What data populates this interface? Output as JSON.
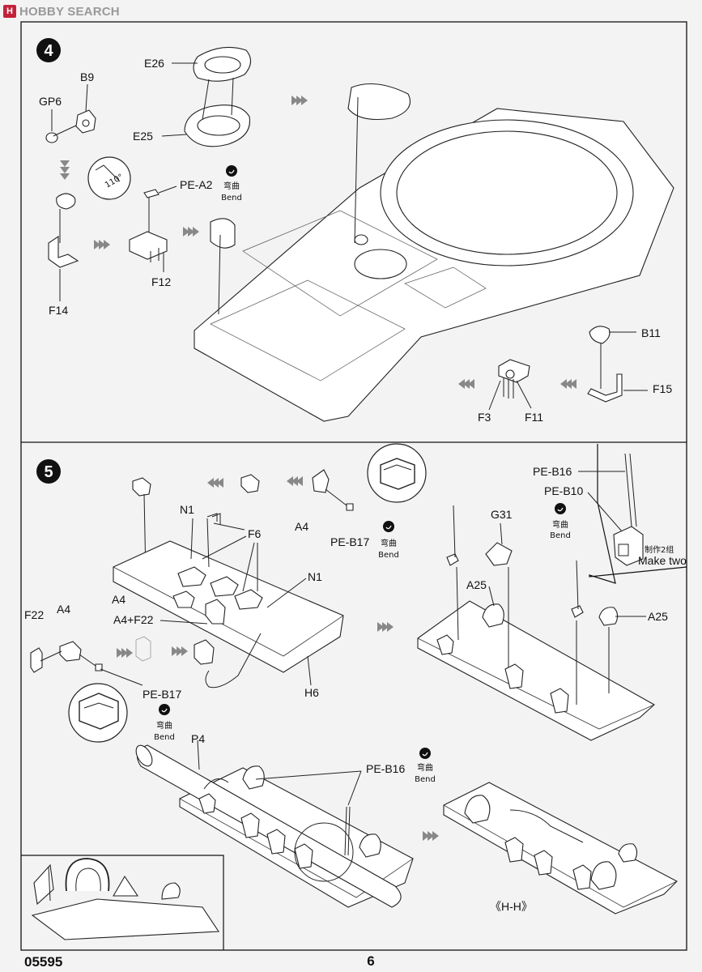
{
  "watermark": {
    "brand": "HOBBY SEARCH",
    "icon": "H"
  },
  "steps": [
    {
      "number": "4",
      "labels": [
        "GP6",
        "B9",
        "E26",
        "E25",
        "PE-A2",
        "F12",
        "F14",
        "B11",
        "F15",
        "F3",
        "F11"
      ],
      "angle": "110°",
      "bend_cn": "弯曲",
      "bend_en": "Bend"
    },
    {
      "number": "5",
      "labels": [
        "N1",
        "F6",
        "A4",
        "PE-B17",
        "N1",
        "A4",
        "A4+F22",
        "F22",
        "A4",
        "PE-B17",
        "H6",
        "P4",
        "PE-B16",
        "G31",
        "A25",
        "A25",
        "PE-B16",
        "PE-B10"
      ],
      "bend_cn": "弯曲",
      "bend_en": "Bend",
      "make_two_cn": "制作2组",
      "make_two_en": "Make two",
      "section": "《H-H》"
    }
  ],
  "footer": {
    "code": "05595",
    "page": "6"
  }
}
